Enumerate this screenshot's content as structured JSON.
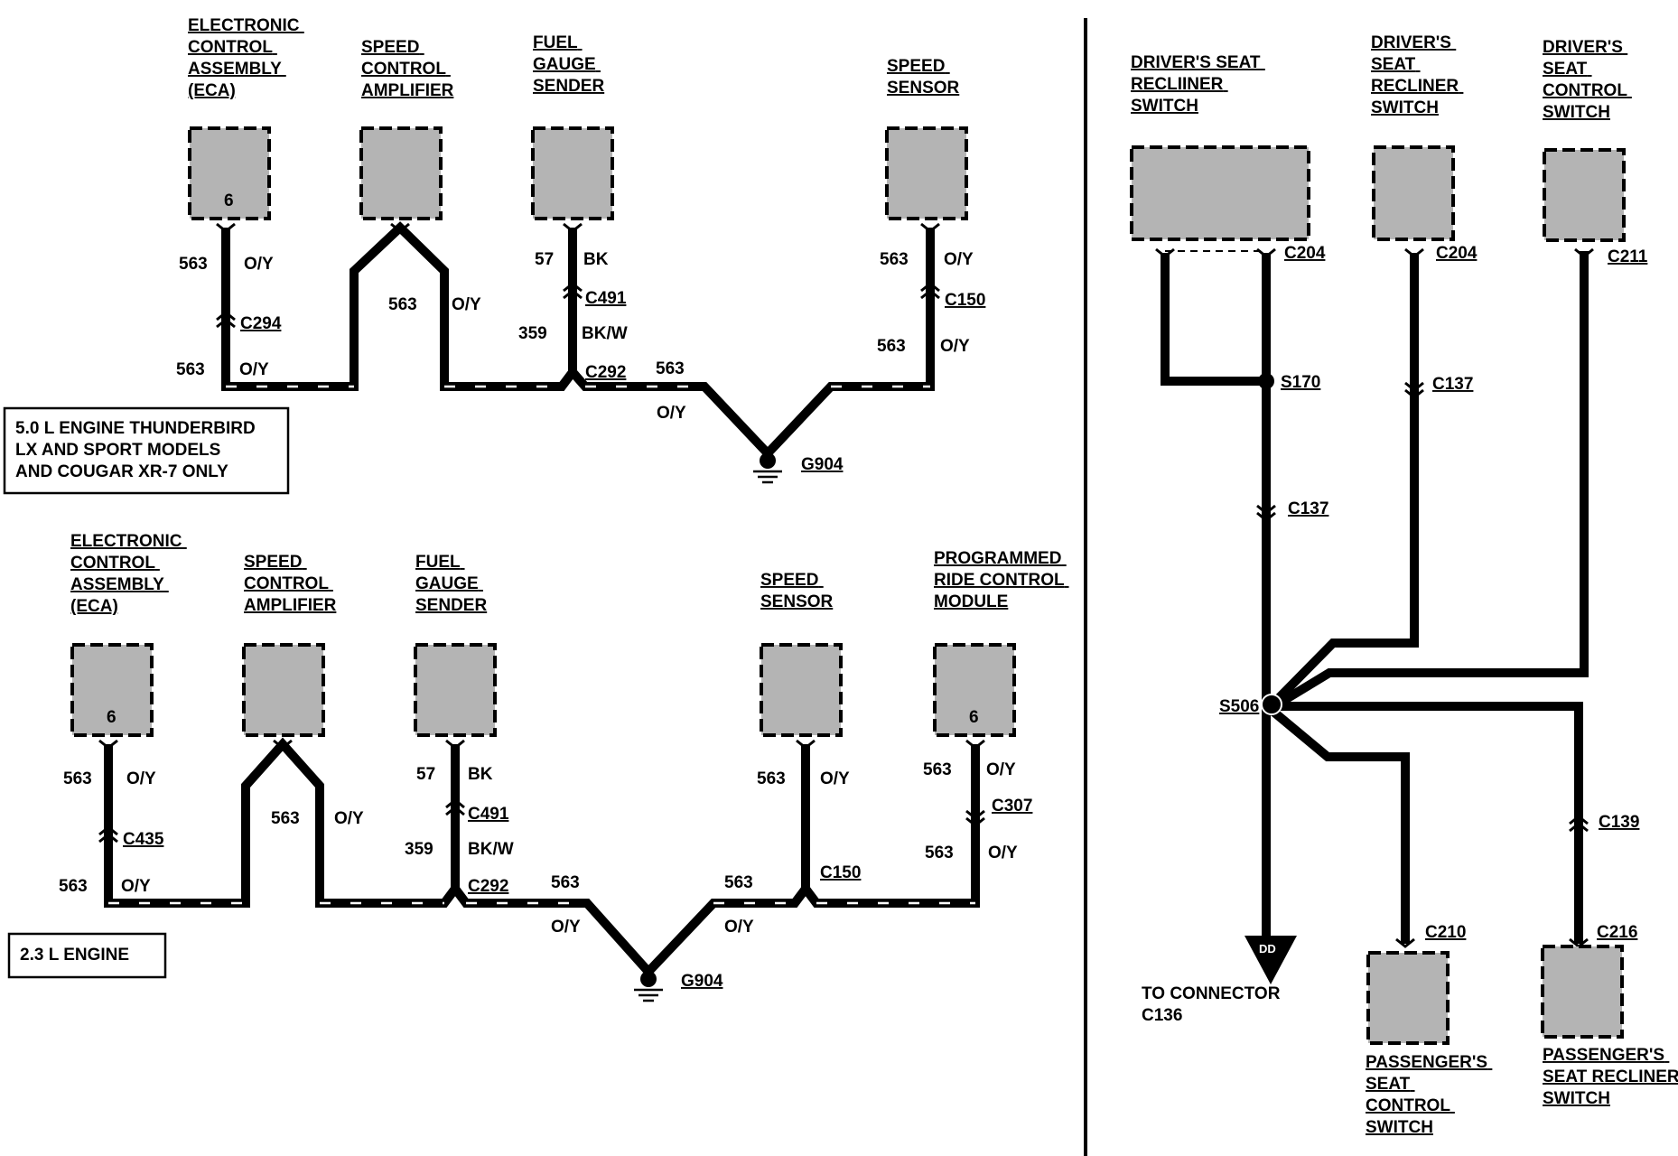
{
  "top_section": {
    "components": {
      "eca": [
        "ELECTRONIC",
        "CONTROL",
        "ASSEMBLY",
        "(ECA)"
      ],
      "amp": [
        "SPEED",
        "CONTROL",
        "AMPLIFIER"
      ],
      "fuel": [
        "FUEL",
        "GAUGE",
        "SENDER"
      ],
      "sensor": [
        "SPEED",
        "SENSOR"
      ]
    },
    "eca_pin": "6",
    "wires": {
      "eca_upper_num": "563",
      "eca_upper_color": "O/Y",
      "eca_lower_num": "563",
      "eca_lower_color": "O/Y",
      "amp_num": "563",
      "amp_color": "O/Y",
      "fuel_upper_num": "57",
      "fuel_upper_color": "BK",
      "fuel_lower_num": "359",
      "fuel_lower_color": "BK/W",
      "main_num": "563",
      "main_color": "O/Y",
      "sensor_upper_num": "563",
      "sensor_upper_color": "O/Y",
      "sensor_lower_num": "563",
      "sensor_lower_color": "O/Y"
    },
    "connectors": {
      "c294": "C294",
      "c491": "C491",
      "c292": "C292",
      "c150": "C150"
    },
    "ground": "G904",
    "note": [
      "5.0 L ENGINE THUNDERBIRD",
      "LX AND SPORT MODELS",
      "AND COUGAR XR-7 ONLY"
    ]
  },
  "bottom_section": {
    "components": {
      "eca": [
        "ELECTRONIC",
        "CONTROL",
        "ASSEMBLY",
        "(ECA)"
      ],
      "amp": [
        "SPEED",
        "CONTROL",
        "AMPLIFIER"
      ],
      "fuel": [
        "FUEL",
        "GAUGE",
        "SENDER"
      ],
      "sensor": [
        "SPEED",
        "SENSOR"
      ],
      "ride": [
        "PROGRAMMED",
        "RIDE CONTROL",
        "MODULE"
      ]
    },
    "eca_pin": "6",
    "ride_pin": "6",
    "wires": {
      "eca_upper_num": "563",
      "eca_upper_color": "O/Y",
      "eca_lower_num": "563",
      "eca_lower_color": "O/Y",
      "amp_num": "563",
      "amp_color": "O/Y",
      "fuel_upper_num": "57",
      "fuel_upper_color": "BK",
      "fuel_lower_num": "359",
      "fuel_lower_color": "BK/W",
      "left_num": "563",
      "left_color": "O/Y",
      "right_num": "563",
      "right_color": "O/Y",
      "sensor_num": "563",
      "sensor_color": "O/Y",
      "ride_upper_num": "563",
      "ride_upper_color": "O/Y",
      "ride_lower_num": "563",
      "ride_lower_color": "O/Y"
    },
    "connectors": {
      "c435": "C435",
      "c491": "C491",
      "c292": "C292",
      "c150": "C150",
      "c307": "C307"
    },
    "ground": "G904",
    "note": [
      "2.3 L ENGINE"
    ]
  },
  "right_section": {
    "components": {
      "recliner": [
        "DRIVER'S SEAT",
        "RECLIINER",
        "SWITCH"
      ],
      "seat_recliner": [
        "DRIVER'S",
        "SEAT",
        "RECLINER",
        "SWITCH"
      ],
      "seat_control": [
        "DRIVER'S",
        "SEAT",
        "CONTROL",
        "SWITCH"
      ],
      "pass_control": [
        "PASSENGER'S",
        "SEAT",
        "CONTROL",
        "SWITCH"
      ],
      "pass_recliner": [
        "PASSENGER'S",
        "SEAT RECLINER",
        "SWITCH"
      ]
    },
    "connectors": {
      "c204a": "C204",
      "c204b": "C204",
      "c211": "C211",
      "s170": "S170",
      "c137a": "C137",
      "c137b": "C137",
      "s506": "S506",
      "c139": "C139",
      "c210": "C210",
      "c216": "C216"
    },
    "to_connector": [
      "TO CONNECTOR",
      "C136"
    ],
    "arrow_label": "DD"
  }
}
